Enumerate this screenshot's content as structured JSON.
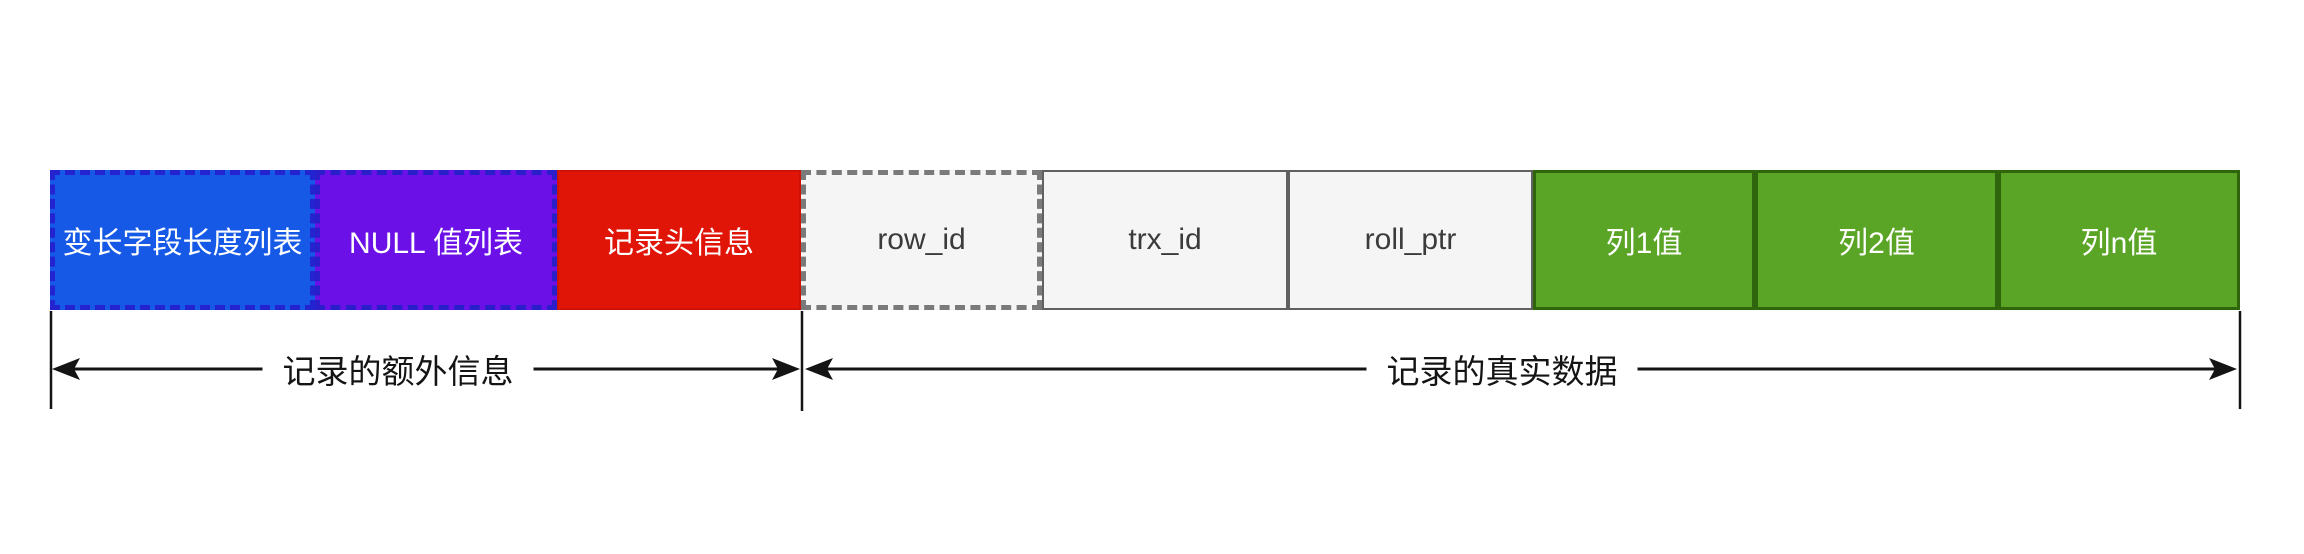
{
  "diagram": {
    "boxes": [
      {
        "id": "variable-length-list",
        "label": "变长字段长度列表",
        "fill": "#1559e6",
        "border_style": "dashed",
        "border_color": "#2323cf",
        "text_color": "#ffffff"
      },
      {
        "id": "null-values-list",
        "label": "NULL 值列表",
        "fill": "#6b11e8",
        "border_style": "dashed",
        "border_color": "#2a1ecb",
        "text_color": "#ffffff"
      },
      {
        "id": "record-header",
        "label": "记录头信息",
        "fill": "#e11408",
        "border_style": "solid",
        "border_color": "#cf1207",
        "text_color": "#ffffff"
      },
      {
        "id": "row-id",
        "label": "row_id",
        "fill": "#f5f5f5",
        "border_style": "dashed",
        "border_color": "#7a7a7a",
        "text_color": "#3b3b3b"
      },
      {
        "id": "trx-id",
        "label": "trx_id",
        "fill": "#f5f5f5",
        "border_style": "solid",
        "border_color": "#616161",
        "text_color": "#3b3b3b"
      },
      {
        "id": "roll-ptr",
        "label": "roll_ptr",
        "fill": "#f5f5f5",
        "border_style": "solid",
        "border_color": "#616161",
        "text_color": "#3b3b3b"
      },
      {
        "id": "col1-value",
        "label": "列1值",
        "fill": "#5aa426",
        "border_style": "solid",
        "border_color": "#2e650d",
        "text_color": "#ffffff"
      },
      {
        "id": "col2-value",
        "label": "列2值",
        "fill": "#5aa426",
        "border_style": "solid",
        "border_color": "#2e650d",
        "text_color": "#ffffff"
      },
      {
        "id": "coln-value",
        "label": "列n值",
        "fill": "#5aa426",
        "border_style": "solid",
        "border_color": "#2e650d",
        "text_color": "#ffffff"
      }
    ],
    "sections": [
      {
        "id": "extra-info",
        "label": "记录的额外信息"
      },
      {
        "id": "real-data",
        "label": "记录的真实数据"
      }
    ],
    "colors": {
      "background": "#ffffff",
      "arrow": "#141414",
      "caption_text": "#141414"
    }
  }
}
